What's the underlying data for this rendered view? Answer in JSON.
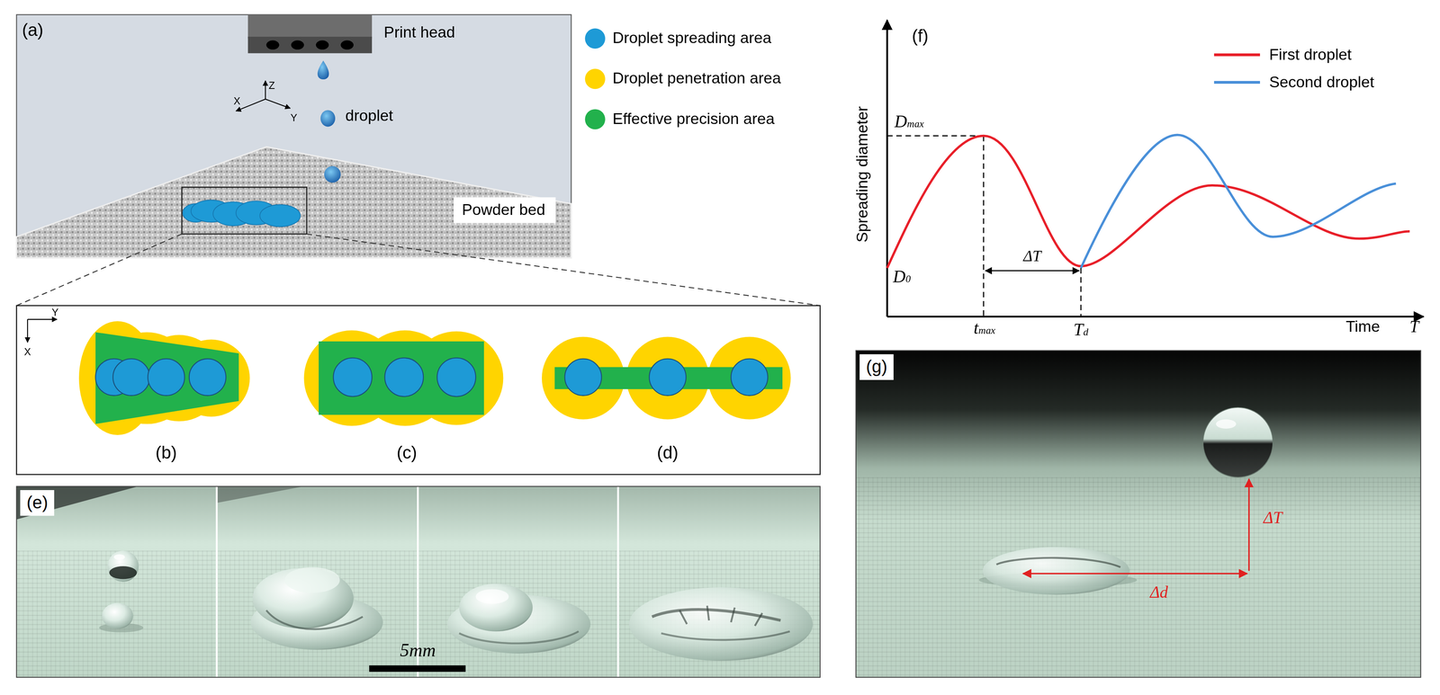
{
  "diagram": {
    "nodes": [
      {
        "text": [
          "(a)"
        ]
      },
      {
        "text": [
          "Print head"
        ],
        "in": 0
      },
      {
        "text": [
          "Powder bed"
        ],
        "in": 0
      },
      {
        "text": [
          "(e)"
        ]
      },
      {
        "text": [
          "(g)"
        ]
      }
    ],
    "labels": [
      "droplet",
      "Z",
      "X",
      "Y",
      "Y",
      "X",
      "(b)",
      "(c)",
      "(d)",
      "5mm",
      "(f)",
      "Spreading diameter",
      "Dmax",
      "D0",
      "ΔT",
      "tmax",
      "Td",
      "Time",
      "T",
      "ΔT",
      "Δd"
    ],
    "legend": [
      {
        "text": "Droplet spreading area",
        "color": "#1e9ad6"
      },
      {
        "text": "Droplet penetration area",
        "color": "#ffd400"
      },
      {
        "text": "Effective precision area",
        "color": "#22b14c"
      },
      {
        "text": "First droplet"
      },
      {
        "text": "Second droplet"
      }
    ]
  }
}
